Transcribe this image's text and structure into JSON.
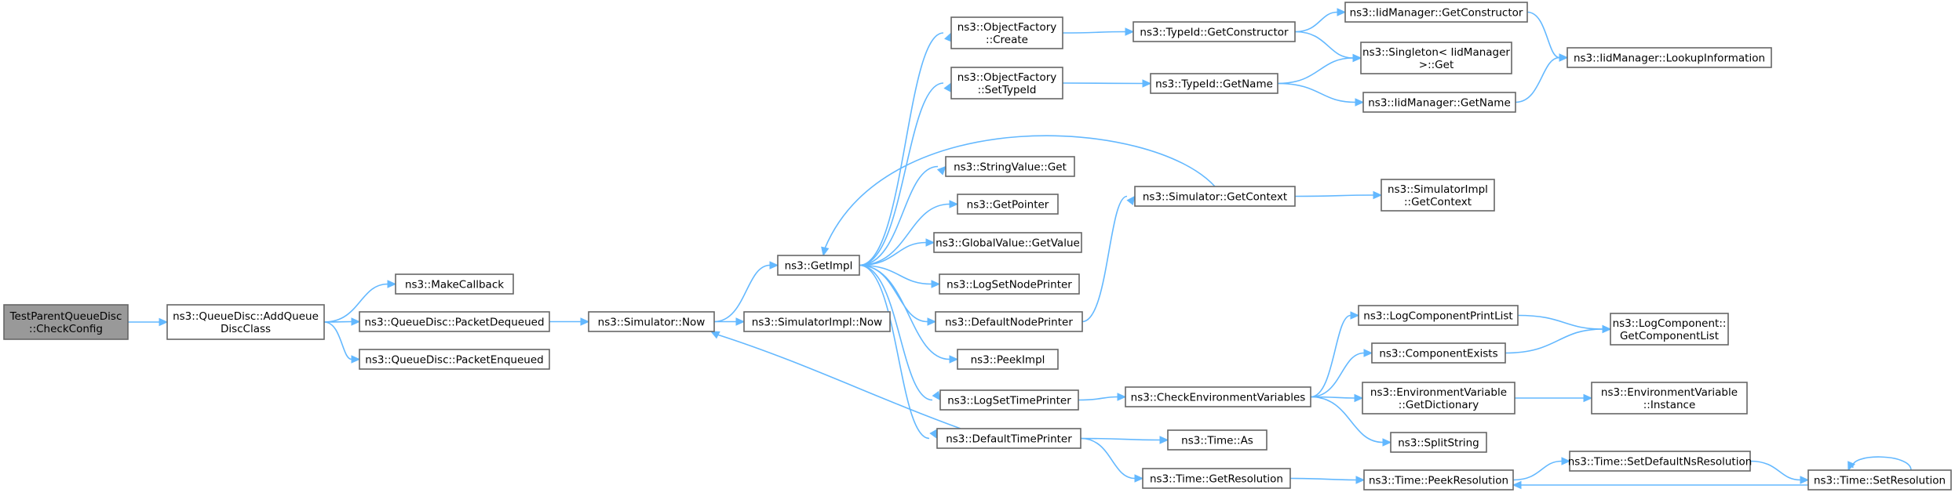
{
  "diagram": {
    "nodes": [
      {
        "id": "root",
        "lines": [
          "TestParentQueueDisc",
          "::CheckConfig"
        ],
        "root": true
      },
      {
        "id": "addqdc",
        "lines": [
          "ns3::QueueDisc::AddQueue",
          "DiscClass"
        ]
      },
      {
        "id": "makecb",
        "lines": [
          "ns3::MakeCallback"
        ]
      },
      {
        "id": "pktdeq",
        "lines": [
          "ns3::QueueDisc::PacketDequeued"
        ]
      },
      {
        "id": "pktenq",
        "lines": [
          "ns3::QueueDisc::PacketEnqueued"
        ]
      },
      {
        "id": "simnow",
        "lines": [
          "ns3::Simulator::Now"
        ]
      },
      {
        "id": "simimplnow",
        "lines": [
          "ns3::SimulatorImpl::Now"
        ]
      },
      {
        "id": "getimpl",
        "lines": [
          "ns3::GetImpl"
        ]
      },
      {
        "id": "ofcreate",
        "lines": [
          "ns3::ObjectFactory",
          "::Create"
        ]
      },
      {
        "id": "ofsettid",
        "lines": [
          "ns3::ObjectFactory",
          "::SetTypeId"
        ]
      },
      {
        "id": "strget",
        "lines": [
          "ns3::StringValue::Get"
        ]
      },
      {
        "id": "getptr",
        "lines": [
          "ns3::GetPointer"
        ]
      },
      {
        "id": "gvget",
        "lines": [
          "ns3::GlobalValue::GetValue"
        ]
      },
      {
        "id": "lognode",
        "lines": [
          "ns3::LogSetNodePrinter"
        ]
      },
      {
        "id": "defnode",
        "lines": [
          "ns3::DefaultNodePrinter"
        ]
      },
      {
        "id": "peekimpl",
        "lines": [
          "ns3::PeekImpl"
        ]
      },
      {
        "id": "logtime",
        "lines": [
          "ns3::LogSetTimePrinter"
        ]
      },
      {
        "id": "deftime",
        "lines": [
          "ns3::DefaultTimePrinter"
        ]
      },
      {
        "id": "tidctor",
        "lines": [
          "ns3::TypeId::GetConstructor"
        ]
      },
      {
        "id": "tidname",
        "lines": [
          "ns3::TypeId::GetName"
        ]
      },
      {
        "id": "simctx",
        "lines": [
          "ns3::Simulator::GetContext"
        ]
      },
      {
        "id": "checkenv",
        "lines": [
          "ns3::CheckEnvironmentVariables"
        ]
      },
      {
        "id": "timeas",
        "lines": [
          "ns3::Time::As"
        ]
      },
      {
        "id": "timeres",
        "lines": [
          "ns3::Time::GetResolution"
        ]
      },
      {
        "id": "iidctor",
        "lines": [
          "ns3::IidManager::GetConstructor"
        ]
      },
      {
        "id": "singleton",
        "lines": [
          "ns3::Singleton< IidManager",
          " >::Get"
        ]
      },
      {
        "id": "iidname",
        "lines": [
          "ns3::IidManager::GetName"
        ]
      },
      {
        "id": "simimplctx",
        "lines": [
          "ns3::SimulatorImpl",
          "::GetContext"
        ]
      },
      {
        "id": "logprint",
        "lines": [
          "ns3::LogComponentPrintList"
        ]
      },
      {
        "id": "compexists",
        "lines": [
          "ns3::ComponentExists"
        ]
      },
      {
        "id": "envdict",
        "lines": [
          "ns3::EnvironmentVariable",
          "::GetDictionary"
        ]
      },
      {
        "id": "splitstr",
        "lines": [
          "ns3::SplitString"
        ]
      },
      {
        "id": "peekres",
        "lines": [
          "ns3::Time::PeekResolution"
        ]
      },
      {
        "id": "iidlookup",
        "lines": [
          "ns3::IidManager::LookupInformation"
        ]
      },
      {
        "id": "logcomplist",
        "lines": [
          "ns3::LogComponent::",
          "GetComponentList"
        ]
      },
      {
        "id": "envinst",
        "lines": [
          "ns3::EnvironmentVariable",
          "::Instance"
        ]
      },
      {
        "id": "setdefns",
        "lines": [
          "ns3::Time::SetDefaultNsResolution"
        ]
      },
      {
        "id": "setres",
        "lines": [
          "ns3::Time::SetResolution"
        ]
      }
    ],
    "edges": [
      {
        "from": "root",
        "to": "addqdc"
      },
      {
        "from": "addqdc",
        "to": "makecb"
      },
      {
        "from": "addqdc",
        "to": "pktdeq"
      },
      {
        "from": "addqdc",
        "to": "pktenq"
      },
      {
        "from": "pktdeq",
        "to": "simnow"
      },
      {
        "from": "simnow",
        "to": "getimpl"
      },
      {
        "from": "simnow",
        "to": "simimplnow"
      },
      {
        "from": "getimpl",
        "to": "ofcreate"
      },
      {
        "from": "getimpl",
        "to": "ofsettid"
      },
      {
        "from": "getimpl",
        "to": "strget"
      },
      {
        "from": "getimpl",
        "to": "getptr"
      },
      {
        "from": "getimpl",
        "to": "gvget"
      },
      {
        "from": "getimpl",
        "to": "lognode"
      },
      {
        "from": "getimpl",
        "to": "defnode"
      },
      {
        "from": "getimpl",
        "to": "peekimpl"
      },
      {
        "from": "getimpl",
        "to": "logtime"
      },
      {
        "from": "getimpl",
        "to": "deftime"
      },
      {
        "from": "simctx",
        "to": "getimpl"
      },
      {
        "from": "deftime",
        "to": "simnow"
      },
      {
        "from": "ofcreate",
        "to": "tidctor"
      },
      {
        "from": "ofsettid",
        "to": "tidname"
      },
      {
        "from": "defnode",
        "to": "simctx"
      },
      {
        "from": "simctx",
        "to": "simimplctx"
      },
      {
        "from": "logtime",
        "to": "checkenv"
      },
      {
        "from": "deftime",
        "to": "timeas"
      },
      {
        "from": "deftime",
        "to": "timeres"
      },
      {
        "from": "tidctor",
        "to": "iidctor"
      },
      {
        "from": "tidctor",
        "to": "singleton"
      },
      {
        "from": "tidname",
        "to": "singleton"
      },
      {
        "from": "tidname",
        "to": "iidname"
      },
      {
        "from": "iidctor",
        "to": "iidlookup"
      },
      {
        "from": "iidname",
        "to": "iidlookup"
      },
      {
        "from": "checkenv",
        "to": "logprint"
      },
      {
        "from": "checkenv",
        "to": "compexists"
      },
      {
        "from": "checkenv",
        "to": "envdict"
      },
      {
        "from": "checkenv",
        "to": "splitstr"
      },
      {
        "from": "logprint",
        "to": "logcomplist"
      },
      {
        "from": "compexists",
        "to": "logcomplist"
      },
      {
        "from": "envdict",
        "to": "envinst"
      },
      {
        "from": "timeres",
        "to": "peekres"
      },
      {
        "from": "peekres",
        "to": "setdefns"
      },
      {
        "from": "setdefns",
        "to": "setres"
      },
      {
        "from": "setres",
        "to": "peekres"
      },
      {
        "from": "setres",
        "to": "setres"
      }
    ]
  },
  "colors": {
    "edge": "#63b8ff",
    "node_border": "#666666",
    "root_fill": "#999999"
  }
}
